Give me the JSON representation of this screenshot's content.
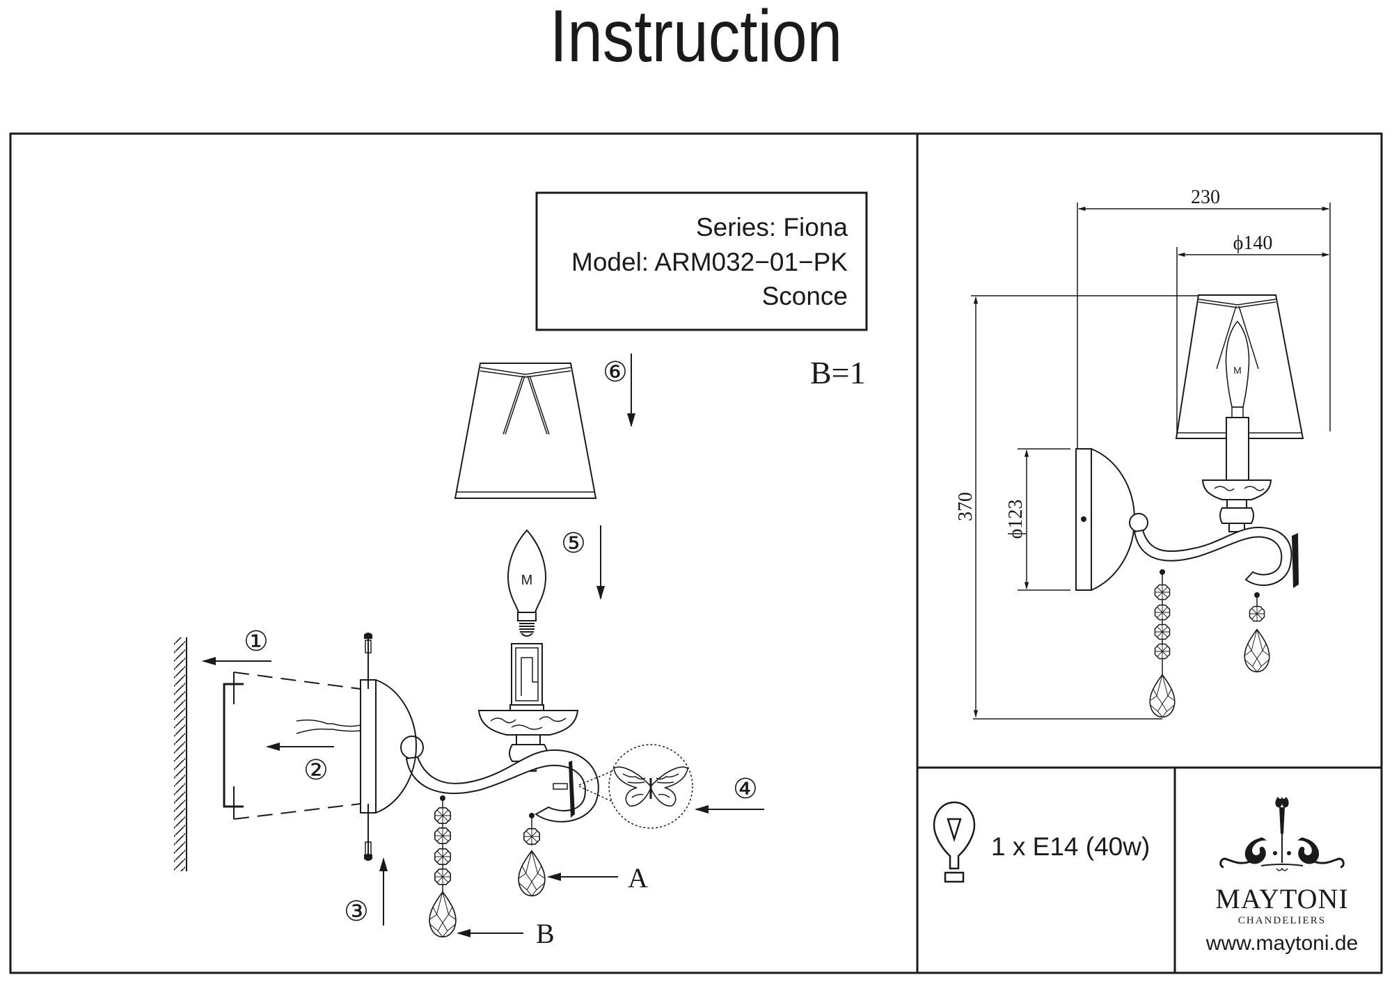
{
  "page": {
    "title": "Instruction"
  },
  "info_box": {
    "series": "Series: Fiona",
    "model": "Model: ARM032−01−PK",
    "type": "Sconce"
  },
  "assembly": {
    "quantity_note": "B=1",
    "steps": [
      {
        "number": "①",
        "label": "step-1"
      },
      {
        "number": "②",
        "label": "step-2"
      },
      {
        "number": "③",
        "label": "step-3"
      },
      {
        "number": "④",
        "label": "step-4"
      },
      {
        "number": "⑤",
        "label": "step-5"
      },
      {
        "number": "⑥",
        "label": "step-6"
      }
    ],
    "parts": {
      "a": "A",
      "b": "B"
    },
    "bulb_mark": "M"
  },
  "dimensions": {
    "total_width": "230",
    "shade_diameter": "ϕ140",
    "total_height": "370",
    "backplate_diameter": "ϕ123"
  },
  "bulb_spec": {
    "text": "1 x E14 (40w)",
    "icon": "lightbulb-icon"
  },
  "brand": {
    "name": "MAYTONI",
    "tagline": "CHANDELIERS",
    "website": "www.maytoni.de",
    "logo_icon": "chandelier-ornament-icon"
  },
  "colors": {
    "ink": "#1a1a1a",
    "paper": "#ffffff"
  }
}
